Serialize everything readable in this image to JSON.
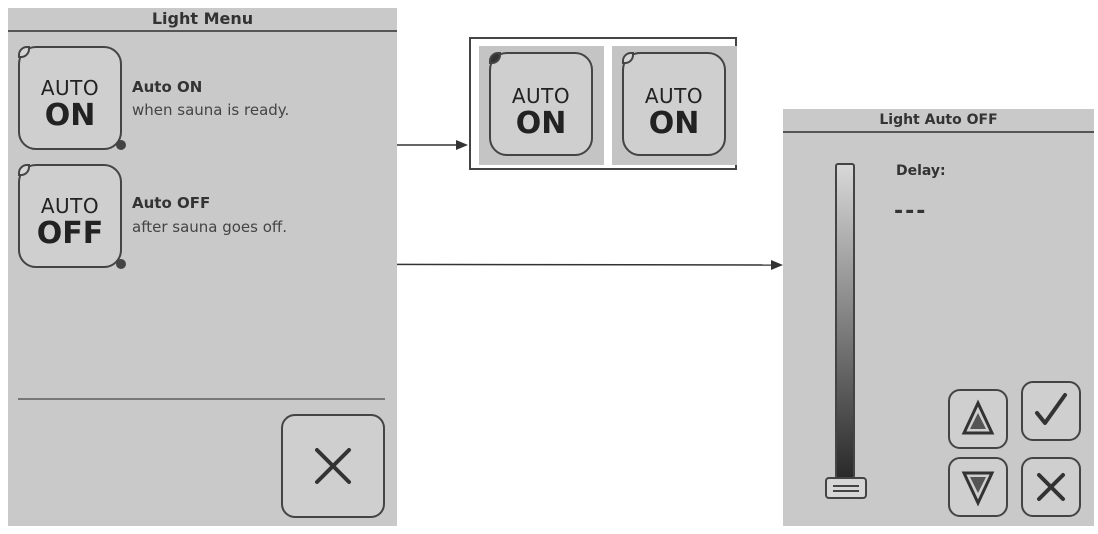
{
  "light_menu": {
    "title": "Light Menu",
    "auto_on": {
      "button_top": "AUTO",
      "button_bottom": "ON",
      "title": "Auto ON",
      "description": "when sauna is ready."
    },
    "auto_off": {
      "button_top": "AUTO",
      "button_bottom": "OFF",
      "title": "Auto OFF",
      "description": "after sauna goes off."
    },
    "close_icon": "close-icon"
  },
  "preview": {
    "active": {
      "top": "AUTO",
      "bottom": "ON"
    },
    "inactive": {
      "top": "AUTO",
      "bottom": "ON"
    }
  },
  "light_auto_off": {
    "title": "Light Auto OFF",
    "delay_label": "Delay:",
    "delay_value": "---",
    "icons": {
      "up": "up-arrow-icon",
      "confirm": "checkmark-icon",
      "down": "down-arrow-icon",
      "cancel": "close-icon"
    }
  },
  "colors": {
    "panel": "#c9c9c9",
    "border": "#444444"
  }
}
